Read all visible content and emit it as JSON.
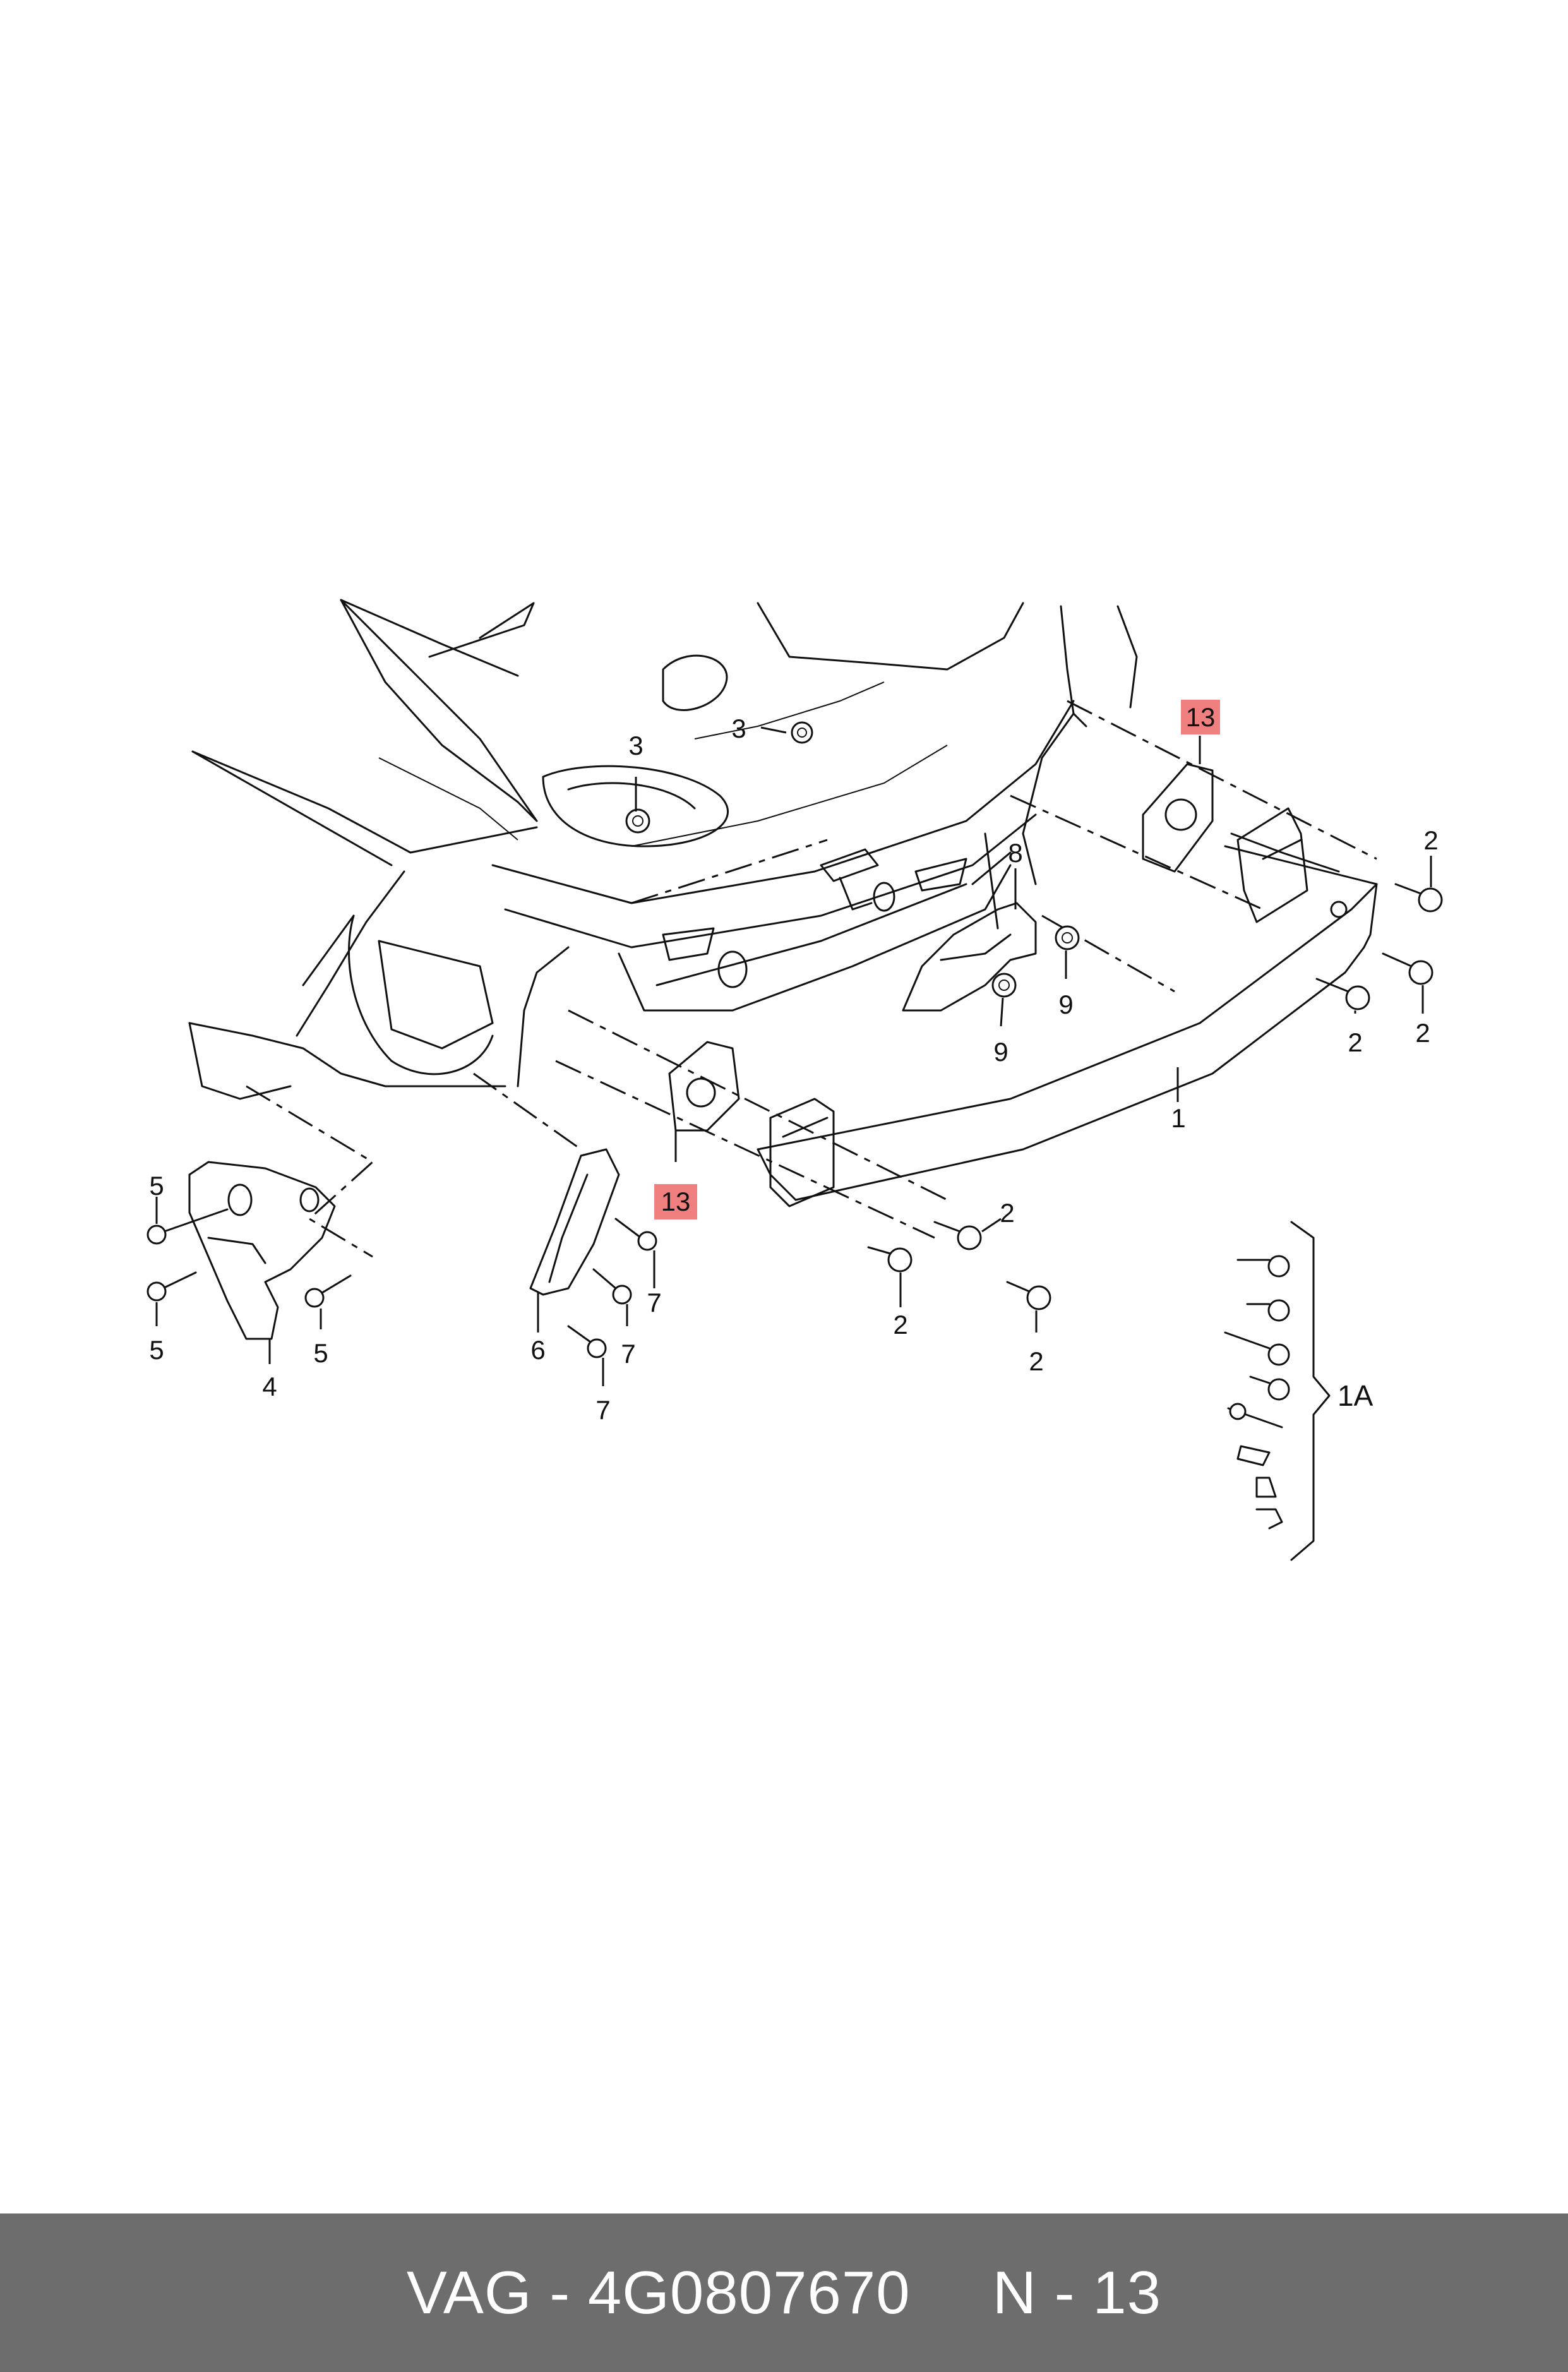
{
  "diagram": {
    "callouts": [
      {
        "id": "c-13-top",
        "label": "13",
        "highlight": true
      },
      {
        "id": "c-13-mid",
        "label": "13",
        "highlight": true
      },
      {
        "id": "c-1",
        "label": "1"
      },
      {
        "id": "c-2-a",
        "label": "2"
      },
      {
        "id": "c-2-b",
        "label": "2"
      },
      {
        "id": "c-2-c",
        "label": "2"
      },
      {
        "id": "c-2-d",
        "label": "2"
      },
      {
        "id": "c-2-e",
        "label": "2"
      },
      {
        "id": "c-2-f",
        "label": "2"
      },
      {
        "id": "c-3-a",
        "label": "3"
      },
      {
        "id": "c-3-b",
        "label": "3"
      },
      {
        "id": "c-4",
        "label": "4"
      },
      {
        "id": "c-5-a",
        "label": "5"
      },
      {
        "id": "c-5-b",
        "label": "5"
      },
      {
        "id": "c-5-c",
        "label": "5"
      },
      {
        "id": "c-6",
        "label": "6"
      },
      {
        "id": "c-7-a",
        "label": "7"
      },
      {
        "id": "c-7-b",
        "label": "7"
      },
      {
        "id": "c-7-c",
        "label": "7"
      },
      {
        "id": "c-8",
        "label": "8"
      },
      {
        "id": "c-9-a",
        "label": "9"
      },
      {
        "id": "c-9-b",
        "label": "9"
      },
      {
        "id": "c-1a",
        "label": "1A"
      }
    ],
    "highlight_color": "#f08080"
  },
  "footer": {
    "part_ref": "VAG - 4G0807670",
    "position_ref": "N - 13",
    "background": "#6d6d6d"
  }
}
